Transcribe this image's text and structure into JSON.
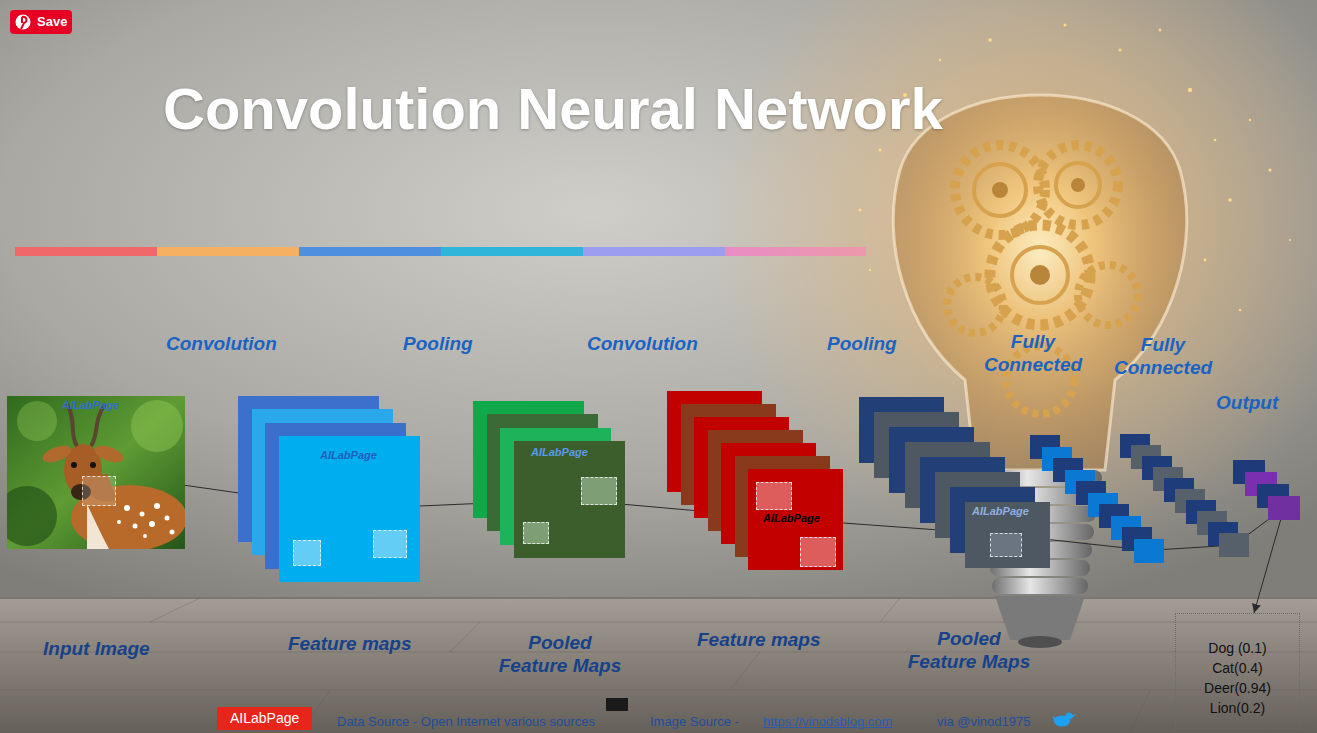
{
  "diagram": {
    "title": "Convolution Neural Network",
    "nodes": [
      {
        "text": [
          "AILabPage",
          "Input Image"
        ]
      },
      {
        "text": [
          "Convolution",
          "AILabPage",
          "Feature maps"
        ]
      },
      {
        "text": [
          "Pooling",
          "AILabPage",
          "Pooled Feature Maps"
        ]
      },
      {
        "text": [
          "Convolution",
          "AILabPage",
          "Feature maps"
        ]
      },
      {
        "text": [
          "Pooling",
          "AILabPage",
          "Pooled Feature Maps"
        ]
      },
      {
        "text": [
          "Fully Connected"
        ]
      },
      {
        "text": [
          "Fully Connected"
        ]
      },
      {
        "text": [
          "Output"
        ]
      },
      {
        "text": [
          "Dog (0.1)",
          "Cat(0.4)",
          "Deer(0.94)",
          "Lion(0.2)"
        ]
      }
    ],
    "edges": [
      {
        "from": 0,
        "to": 1,
        "arrow": "none"
      },
      {
        "from": 1,
        "to": 2,
        "arrow": "none"
      },
      {
        "from": 2,
        "to": 3,
        "arrow": "none"
      },
      {
        "from": 3,
        "to": 4,
        "arrow": "none"
      },
      {
        "from": 4,
        "to": 5,
        "arrow": "none"
      },
      {
        "from": 5,
        "to": 6,
        "arrow": "none"
      },
      {
        "from": 6,
        "to": 7,
        "arrow": "none"
      },
      {
        "from": 7,
        "to": 8,
        "arrow": "to"
      }
    ],
    "labels": [
      "Save",
      "AILabPage",
      "Data Source - Open Internet various sources",
      "Image Source -",
      "https://vinodsblog.com",
      "via @vinod1975"
    ]
  }
}
